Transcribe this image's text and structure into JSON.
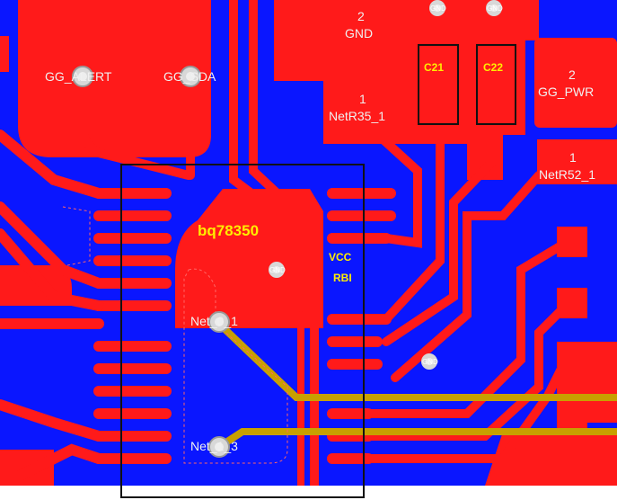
{
  "colors": {
    "copper_top": "#ff1a1a",
    "copper_bottom": "#0a16ff",
    "gold_trace": "#c8a000",
    "silkscreen": "#ffee00",
    "outline": "#111111",
    "via": "#d8d8d8"
  },
  "component": {
    "designator": "bq78350",
    "pin_vcc": "VCC",
    "pin_rbi": "RBI"
  },
  "capacitors": [
    {
      "designator": "C21"
    },
    {
      "designator": "C22"
    }
  ],
  "pads": {
    "gnd": {
      "number": "2",
      "net": "GND"
    },
    "netr35": {
      "number": "1",
      "net": "NetR35_1"
    },
    "gg_pwr": {
      "number": "2",
      "net": "GG_PWR"
    },
    "netr52": {
      "number": "1",
      "net": "NetR52_1"
    }
  },
  "vias": {
    "gg_alert": "GG_ALERT",
    "gg_sda": "GG_SDA",
    "net_mid": "Net_0_1",
    "net_low": "Net_1_3",
    "gnd": "GND"
  }
}
